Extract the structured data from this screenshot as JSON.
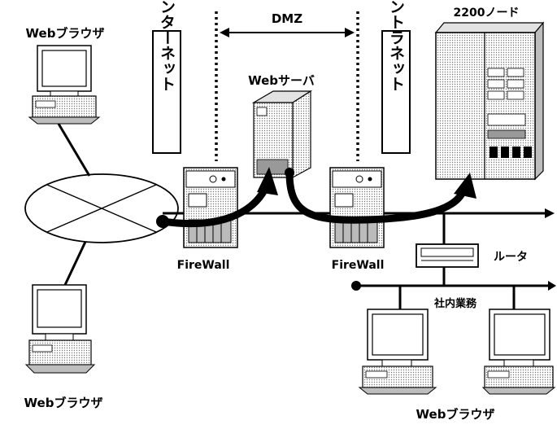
{
  "labels": {
    "browser_top_left": "Webブラウザ",
    "browser_bottom_left": "Webブラウザ",
    "browser_bottom_right": "Webブラウザ",
    "dmz": "DMZ",
    "web_server": "Webサーバ",
    "node": "2200ノード",
    "internet": "インターネット",
    "intranet": "イントラネット",
    "firewall_left": "FireWall",
    "firewall_right": "FireWall",
    "router": "ルータ",
    "office_lan": "社内業務"
  },
  "colors": {
    "ink": "#000000",
    "paper": "#ffffff",
    "shade": "#bdbdbd",
    "light_shade": "#e2e2e2"
  }
}
